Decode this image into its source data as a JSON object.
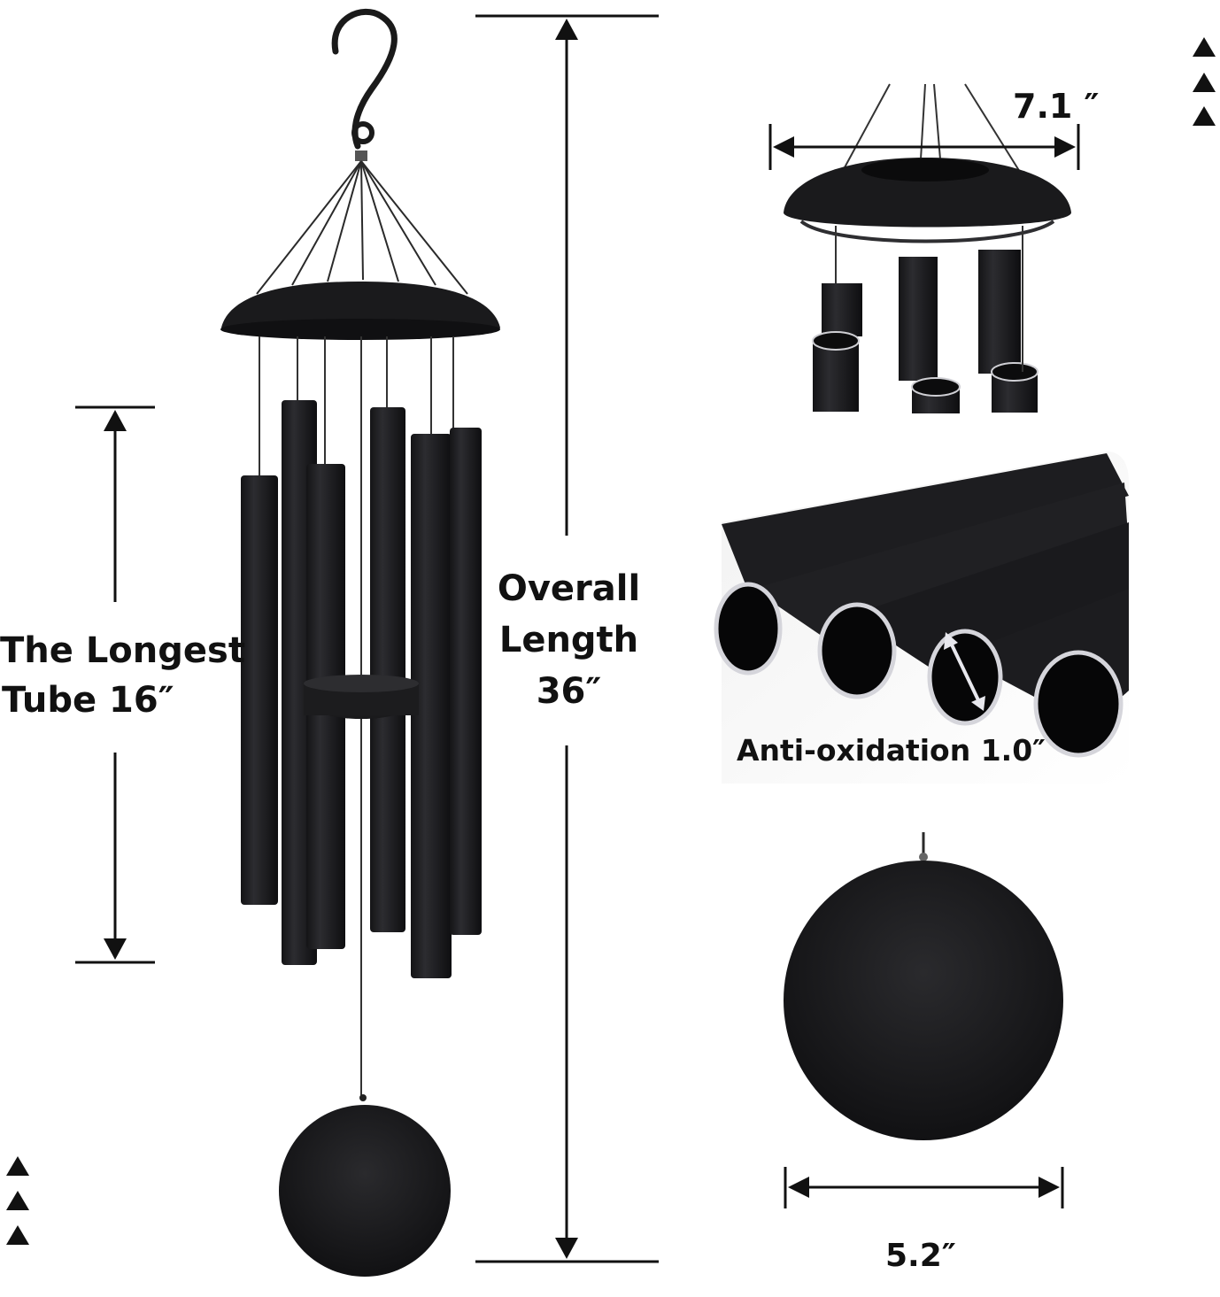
{
  "labels": {
    "longest_tube_line1": "The Longest",
    "longest_tube_line2": "Tube 16″",
    "overall_line1": "Overall",
    "overall_line2": "Length",
    "overall_line3": "36″",
    "ring_diameter": "7.1 ″",
    "tube_diameter": "Anti-oxidation 1.0″",
    "sail_diameter": "5.2″"
  },
  "colors": {
    "metal": "#1c1c1e",
    "metal_highlight": "#3a3a3d",
    "rim": "#c9c9cf",
    "text": "#111111"
  }
}
